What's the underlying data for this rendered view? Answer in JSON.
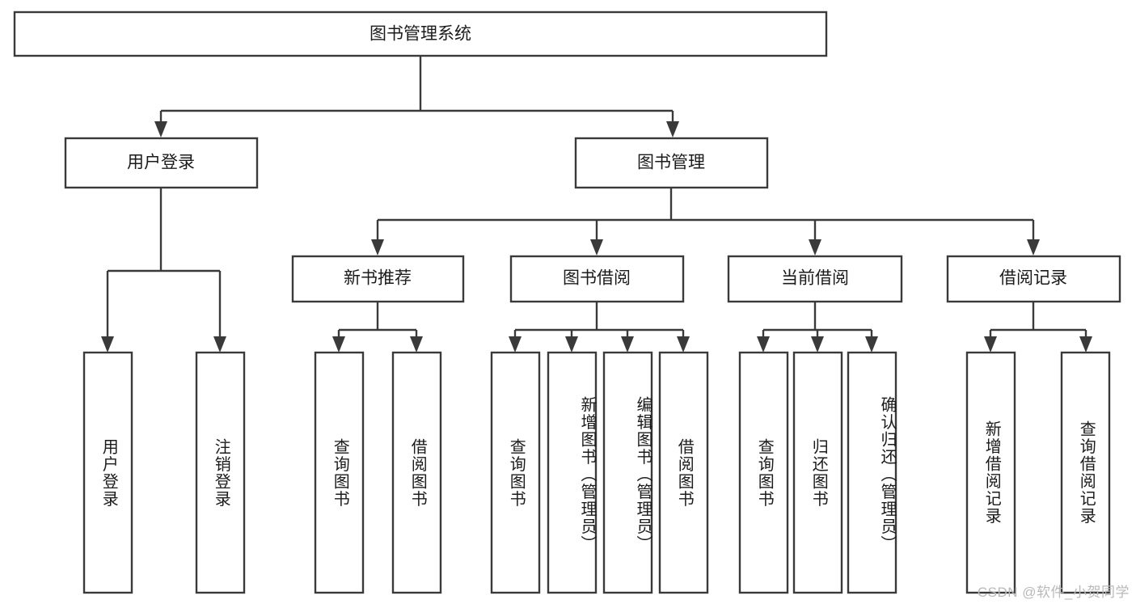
{
  "diagram": {
    "title": "图书管理系统",
    "type": "tree",
    "root": {
      "label": "图书管理系统"
    },
    "level2": [
      {
        "label": "用户登录"
      },
      {
        "label": "图书管理"
      }
    ],
    "level3": [
      {
        "label": "新书推荐"
      },
      {
        "label": "图书借阅"
      },
      {
        "label": "当前借阅"
      },
      {
        "label": "借阅记录"
      }
    ],
    "leaves": {
      "user_login": [
        {
          "label": "用户登录"
        },
        {
          "label": "注销登录"
        }
      ],
      "new_book_recommend": [
        {
          "label": "查询图书"
        },
        {
          "label": "借阅图书"
        }
      ],
      "book_borrow": [
        {
          "label": "查询图书"
        },
        {
          "label": "新增图书（管理员）"
        },
        {
          "label": "编辑图书（管理员）"
        },
        {
          "label": "借阅图书"
        }
      ],
      "current_borrow": [
        {
          "label": "查询图书"
        },
        {
          "label": "归还图书"
        },
        {
          "label": "确认归还（管理员）"
        }
      ],
      "borrow_record": [
        {
          "label": "新增借阅记录"
        },
        {
          "label": "查询借阅记录"
        }
      ]
    },
    "colors": {
      "stroke": "#3a3a3a",
      "box_fill": "#ffffff",
      "text": "#1b1b1b",
      "background": "#ffffff",
      "watermark": "#b9b9b9"
    }
  },
  "watermark": {
    "text": "CSDN @软件_小贺同学"
  }
}
